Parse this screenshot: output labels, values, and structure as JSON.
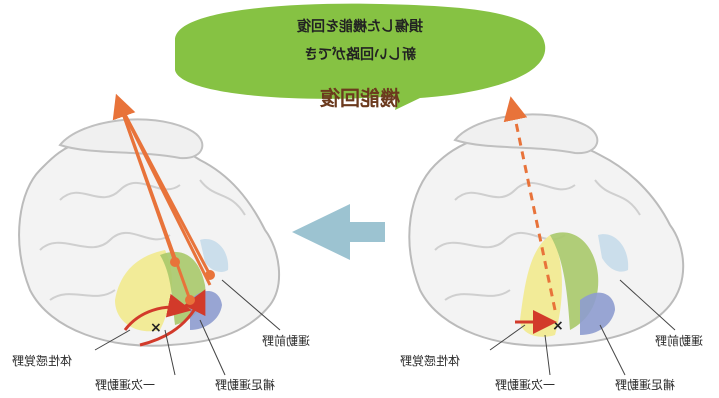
{
  "bubble": {
    "title": "機能回復",
    "line1": "新しい回路ができ",
    "line2": "損傷した機能を回復"
  },
  "left_labels": {
    "somatosensory": "体性感覚野",
    "primary_motor": "一次運動野",
    "supplementary_motor": "補足運動野",
    "premotor": "運動前野"
  },
  "right_labels": {
    "somatosensory": "体性感覚野",
    "primary_motor": "一次運動野",
    "supplementary_motor": "補足運動野",
    "premotor": "運動前野"
  },
  "colors": {
    "bubble": "#86c243",
    "arrow_big": "#9cc3d1",
    "orange": "#e8733a",
    "red": "#d23a2a",
    "yellow": "#f2ea8e",
    "green": "#a8c96a",
    "blue": "#8e9ccf",
    "light_blue": "#c6dcea"
  }
}
